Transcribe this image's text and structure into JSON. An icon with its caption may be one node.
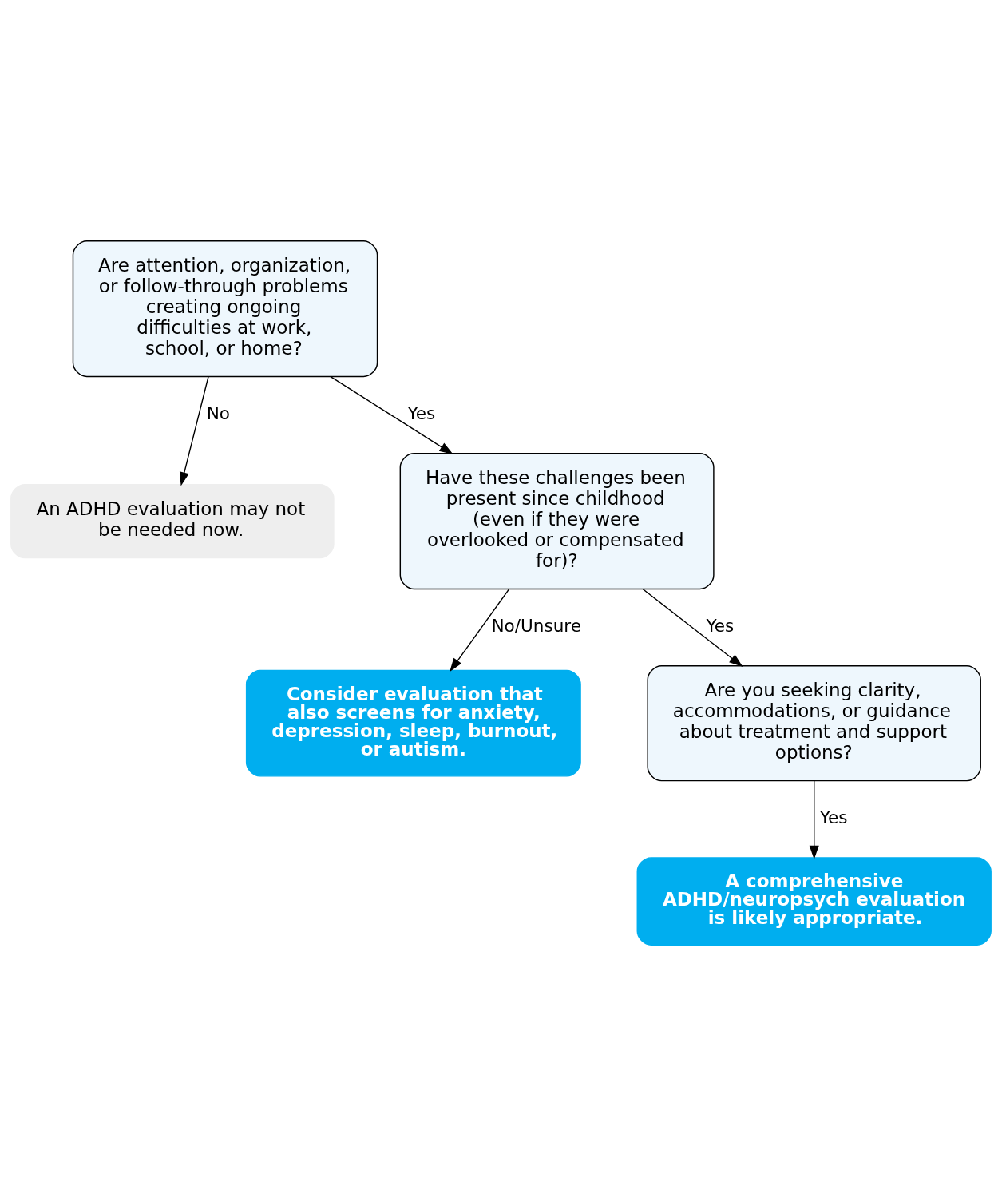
{
  "diagram": {
    "nodes": [
      {
        "text": [
          "Are attention, organization, or follow-through problems creating ongoing difficulties at work, school, or home?"
        ]
      },
      {
        "text": [
          "An ADHD evaluation may not be needed now."
        ]
      },
      {
        "text": [
          "Have these challenges been present since childhood (even if they were overlooked or compensated for)?"
        ]
      },
      {
        "text": [
          "Consider evaluation that also screens for anxiety, depression, sleep, burnout, or autism."
        ]
      },
      {
        "text": [
          "Are you seeking clarity, accommodations, or guidance about treatment and support options?"
        ]
      },
      {
        "text": [
          "A comprehensive ADHD/neuropsych evaluation is likely appropriate."
        ]
      }
    ],
    "edges": [
      {
        "from": 0,
        "to": 1,
        "arrow": "to",
        "label": "No"
      },
      {
        "from": 0,
        "to": 2,
        "arrow": "to",
        "label": "Yes"
      },
      {
        "from": 2,
        "to": 3,
        "arrow": "to",
        "label": "No/Unsure"
      },
      {
        "from": 2,
        "to": 4,
        "arrow": "to",
        "label": "Yes"
      },
      {
        "from": 4,
        "to": 5,
        "arrow": "to",
        "label": "Yes"
      }
    ]
  }
}
